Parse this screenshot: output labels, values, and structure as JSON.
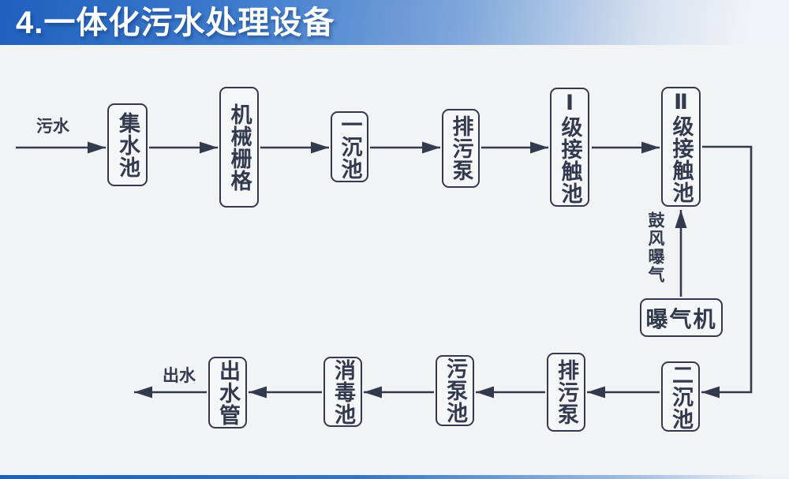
{
  "slide": {
    "title": "4.一体化污水处理设备"
  },
  "colors": {
    "title_gradient_start": "#1f60be",
    "title_gradient_end": "#f2f4f7",
    "diagram_ink": "#333a4d",
    "slide_background": "#f2f3f4"
  },
  "diagram": {
    "inflow_label": "污水",
    "outflow_label": "出水",
    "blower_label": "鼓风曝气",
    "aerator_label": "曝气机",
    "top_row": [
      "集水池",
      "机械栅格",
      "一沉池",
      "排污泵",
      "Ⅰ级接触池",
      "Ⅱ级接触池"
    ],
    "bottom_row": [
      "二沉池",
      "排污泵",
      "污泵池",
      "消毒池",
      "出水管"
    ]
  }
}
